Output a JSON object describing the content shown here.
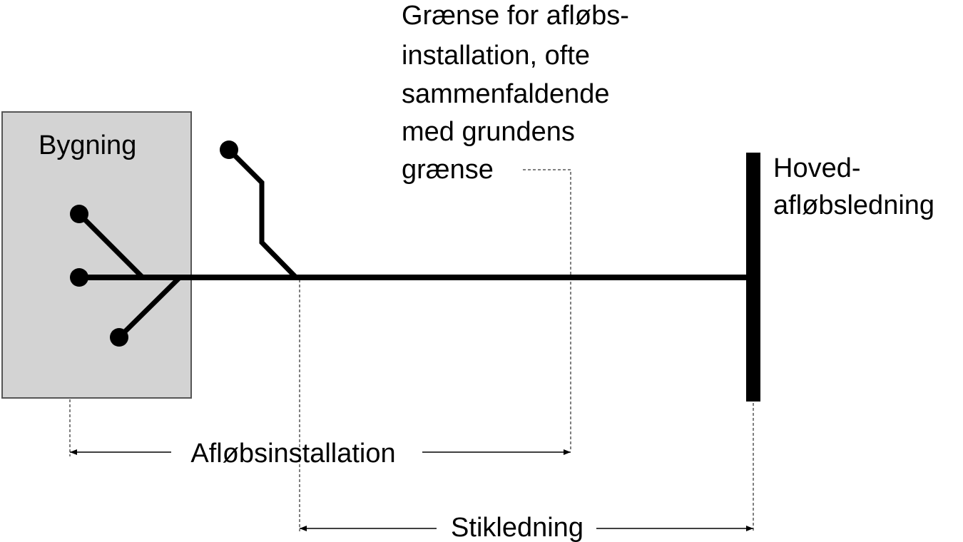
{
  "diagram": {
    "building_label": "Bygning",
    "boundary_label_lines": [
      "Grænse for afløbs-",
      "installation, ofte",
      "sammenfaldende",
      "med grundens",
      "grænse"
    ],
    "main_sewer_label_lines": [
      "Hoved-",
      "afløbsledning"
    ],
    "drain_installation_label": "Afløbsinstallation",
    "service_pipe_label": "Stikledning"
  },
  "colors": {
    "building_fill": "#d3d3d3",
    "building_stroke": "#555555",
    "pipe": "#000000",
    "guide_line": "#000000"
  }
}
